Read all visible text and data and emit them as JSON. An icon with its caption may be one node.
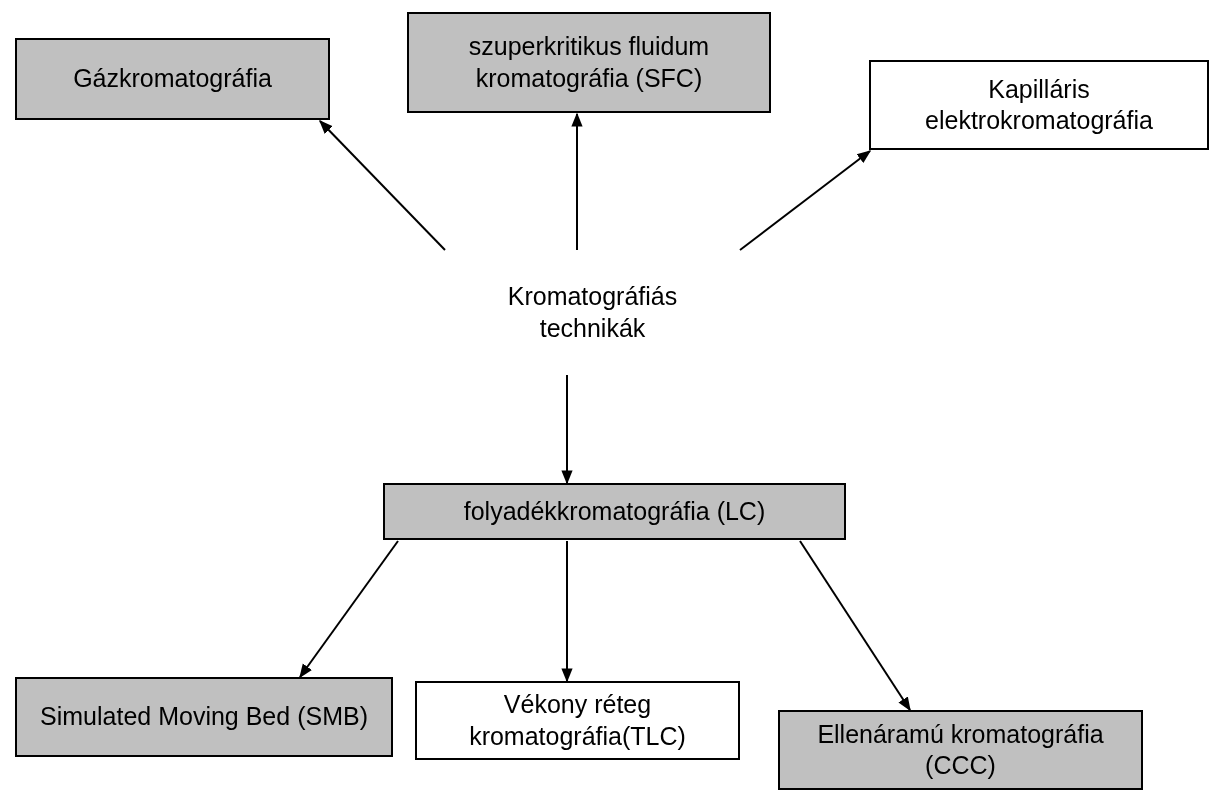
{
  "diagram": {
    "nodes": [
      {
        "text": [
          "Gázkromatográfia"
        ]
      },
      {
        "text": [
          "szuperkritikus fluidum kromatográfia (SFC)"
        ]
      },
      {
        "text": [
          "Kapilláris elektrokromatográfia"
        ]
      },
      {
        "text": [
          "Kromatográfiás technikák"
        ]
      },
      {
        "text": [
          "folyadékkromatográfia (LC)"
        ]
      },
      {
        "text": [
          "Simulated Moving Bed (SMB)"
        ]
      },
      {
        "text": [
          "Vékony réteg kromatográfia(TLC)"
        ]
      },
      {
        "text": [
          "Ellenáramú kromatográfia (CCC)"
        ]
      }
    ],
    "edges": [
      {
        "from": 3,
        "to": 0,
        "arrow": "to"
      },
      {
        "from": 3,
        "to": 1,
        "arrow": "to"
      },
      {
        "from": 3,
        "to": 2,
        "arrow": "to"
      },
      {
        "from": 3,
        "to": 4,
        "arrow": "to"
      },
      {
        "from": 4,
        "to": 5,
        "arrow": "to"
      },
      {
        "from": 4,
        "to": 6,
        "arrow": "to"
      },
      {
        "from": 4,
        "to": 7,
        "arrow": "to"
      }
    ]
  }
}
